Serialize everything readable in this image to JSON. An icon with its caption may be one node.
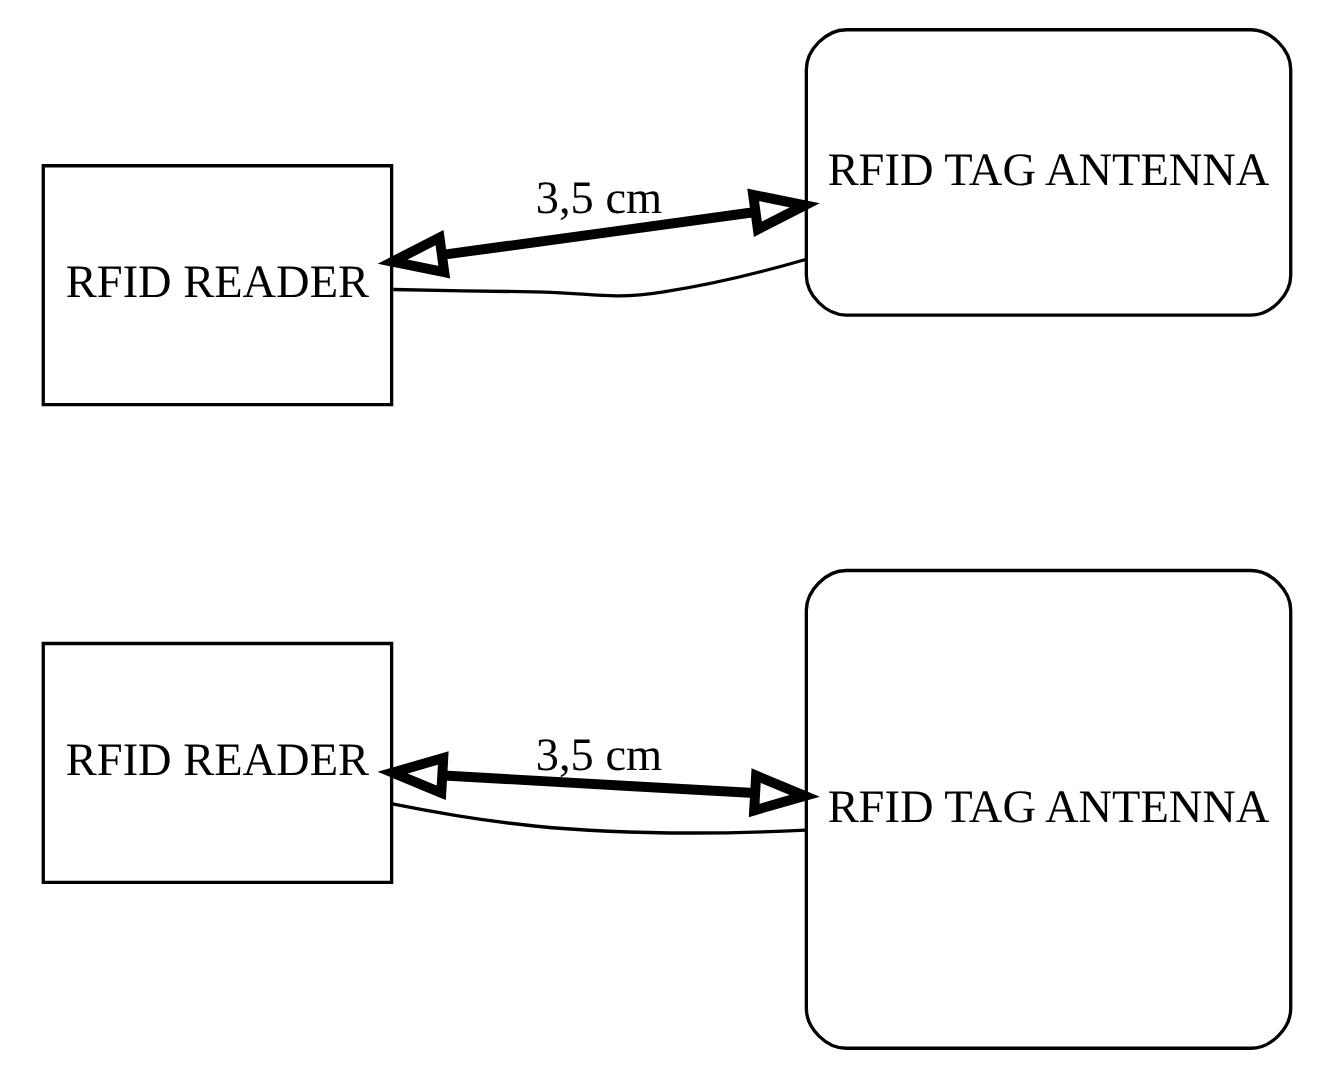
{
  "diagram": {
    "nodes": [
      {
        "text": [
          "RFID READER"
        ]
      },
      {
        "text": [
          "RFID TAG ANTENNA"
        ]
      },
      {
        "text": [
          "RFID READER"
        ]
      },
      {
        "text": [
          "RFID TAG ANTENNA"
        ]
      }
    ],
    "edges": [
      {
        "from": 0,
        "to": 1,
        "arrow": "both",
        "label": "3,5 cm",
        "style": "thick"
      },
      {
        "from": 0,
        "to": 1,
        "arrow": "none"
      },
      {
        "from": 2,
        "to": 3,
        "arrow": "both",
        "label": "3,5 cm",
        "style": "thick"
      },
      {
        "from": 2,
        "to": 3,
        "arrow": "none"
      }
    ]
  }
}
